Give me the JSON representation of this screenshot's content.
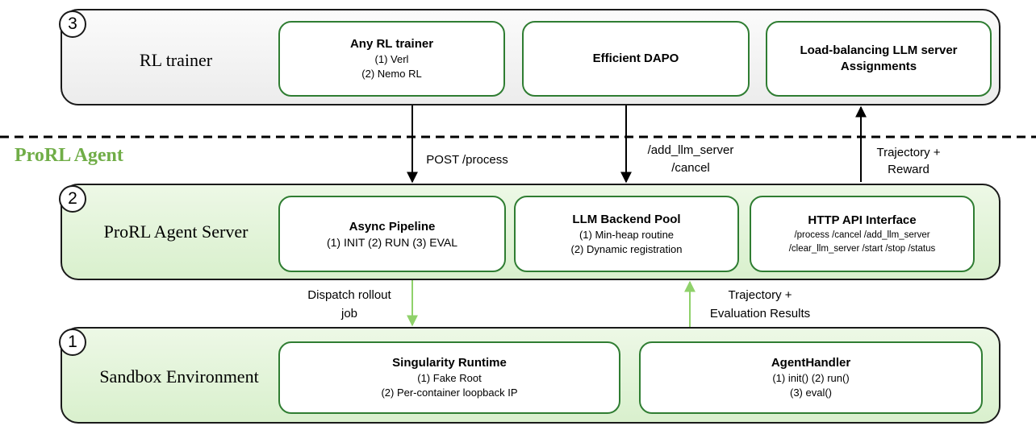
{
  "brand": "ProRL Agent",
  "layers": {
    "trainer": {
      "number": "3",
      "title": "RL trainer",
      "boxes": [
        {
          "title": "Any RL trainer",
          "lines": [
            "(1) Verl",
            "(2) Nemo RL"
          ]
        },
        {
          "title": "Efficient DAPO",
          "lines": []
        },
        {
          "title": "Load-balancing LLM server",
          "title2": "Assignments",
          "lines": []
        }
      ]
    },
    "server": {
      "number": "2",
      "title": "ProRL Agent Server",
      "boxes": [
        {
          "title": "Async Pipeline",
          "lines": [
            "(1) INIT (2) RUN (3) EVAL"
          ]
        },
        {
          "title": "LLM Backend Pool",
          "lines": [
            "(1) Min-heap routine",
            "(2) Dynamic registration"
          ]
        },
        {
          "title": "HTTP API Interface",
          "lines": [
            "/process /cancel /add_llm_server",
            "/clear_llm_server /start /stop /status"
          ]
        }
      ]
    },
    "sandbox": {
      "number": "1",
      "title": "Sandbox Environment",
      "boxes": [
        {
          "title": "Singularity Runtime",
          "lines": [
            "(1)  Fake Root",
            "(2)  Per-container loopback IP"
          ]
        },
        {
          "title": "AgentHandler",
          "lines": [
            "(1)  init() (2) run()",
            "(3) eval()"
          ]
        }
      ]
    }
  },
  "arrows": {
    "post_process": "POST /process",
    "add_llm_server": "/add_llm_server",
    "cancel": "/cancel",
    "trajectory_reward_1": "Trajectory +",
    "trajectory_reward_2": "Reward",
    "dispatch_1": "Dispatch rollout",
    "dispatch_2": "job",
    "traj_eval_1": "Trajectory +",
    "traj_eval_2": "Evaluation Results"
  }
}
